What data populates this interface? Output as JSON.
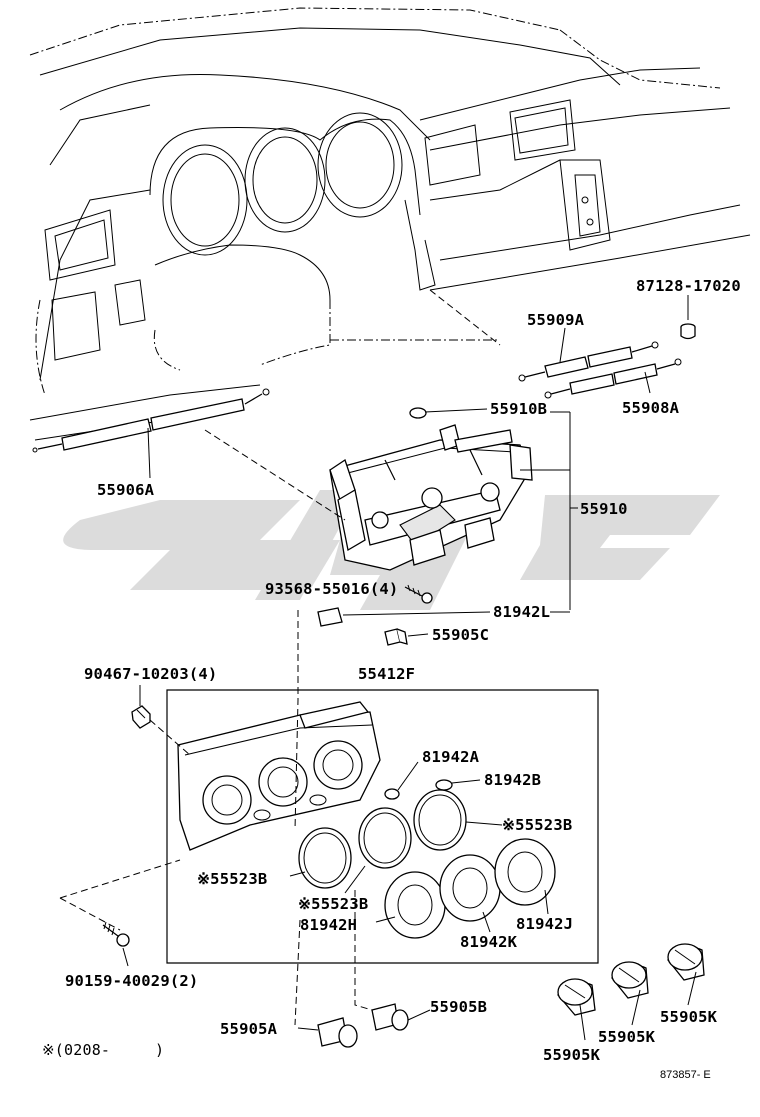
{
  "diagram": {
    "labels": {
      "p87128": "87128-17020",
      "p55909A": "55909A",
      "p55908A": "55908A",
      "p55910B": "55910B",
      "p55906A": "55906A",
      "p55910": "55910",
      "p93568": "93568-55016(4)",
      "p81942L": "81942L",
      "p55905C": "55905C",
      "p90467": "90467-10203(4)",
      "p55412F": "55412F",
      "p81942A": "81942A",
      "p81942B": "81942B",
      "p55523B_r": "※55523B",
      "p55523B_l": "※55523B",
      "p55523B_m": "※55523B",
      "p81942H": "81942H",
      "p81942K": "81942K",
      "p81942J": "81942J",
      "p90159": "90159-40029(2)",
      "p55905B": "55905B",
      "p55905A": "55905A",
      "p55905K_a": "55905K",
      "p55905K_b": "55905K",
      "p55905K_c": "55905K"
    },
    "footnote": "※(0208-",
    "footnote_close": ")",
    "figure_code": "873857- E"
  }
}
